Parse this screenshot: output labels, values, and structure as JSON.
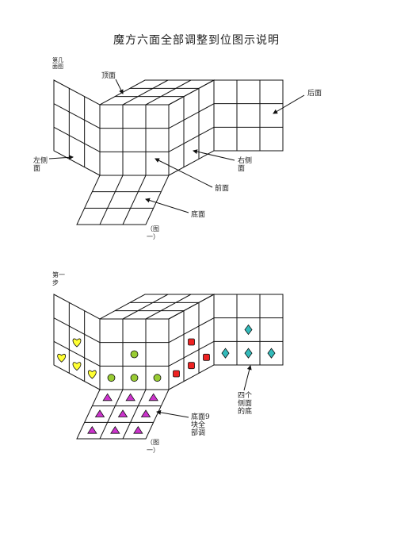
{
  "title": "魔方六面全部调整到位图示说明",
  "fig1": {
    "note_top": "第几\n面图",
    "labels": {
      "top": "顶面",
      "back": "后面",
      "left": "左侧\n面",
      "right": "右侧\n面",
      "front": "前面",
      "bottom": "底面"
    },
    "caption": "（图\n一）"
  },
  "fig2": {
    "step": "第一\n步",
    "label_sides": "四个\n侧面\n的底",
    "label_bottom": "底面9\n块全\n部调",
    "caption": "（图\n一）",
    "colors": {
      "heart": "#ffff33",
      "circle": "#99cc33",
      "square": "#ee2222",
      "diamond": "#33bbbb",
      "triangle": "#cc33cc"
    }
  }
}
